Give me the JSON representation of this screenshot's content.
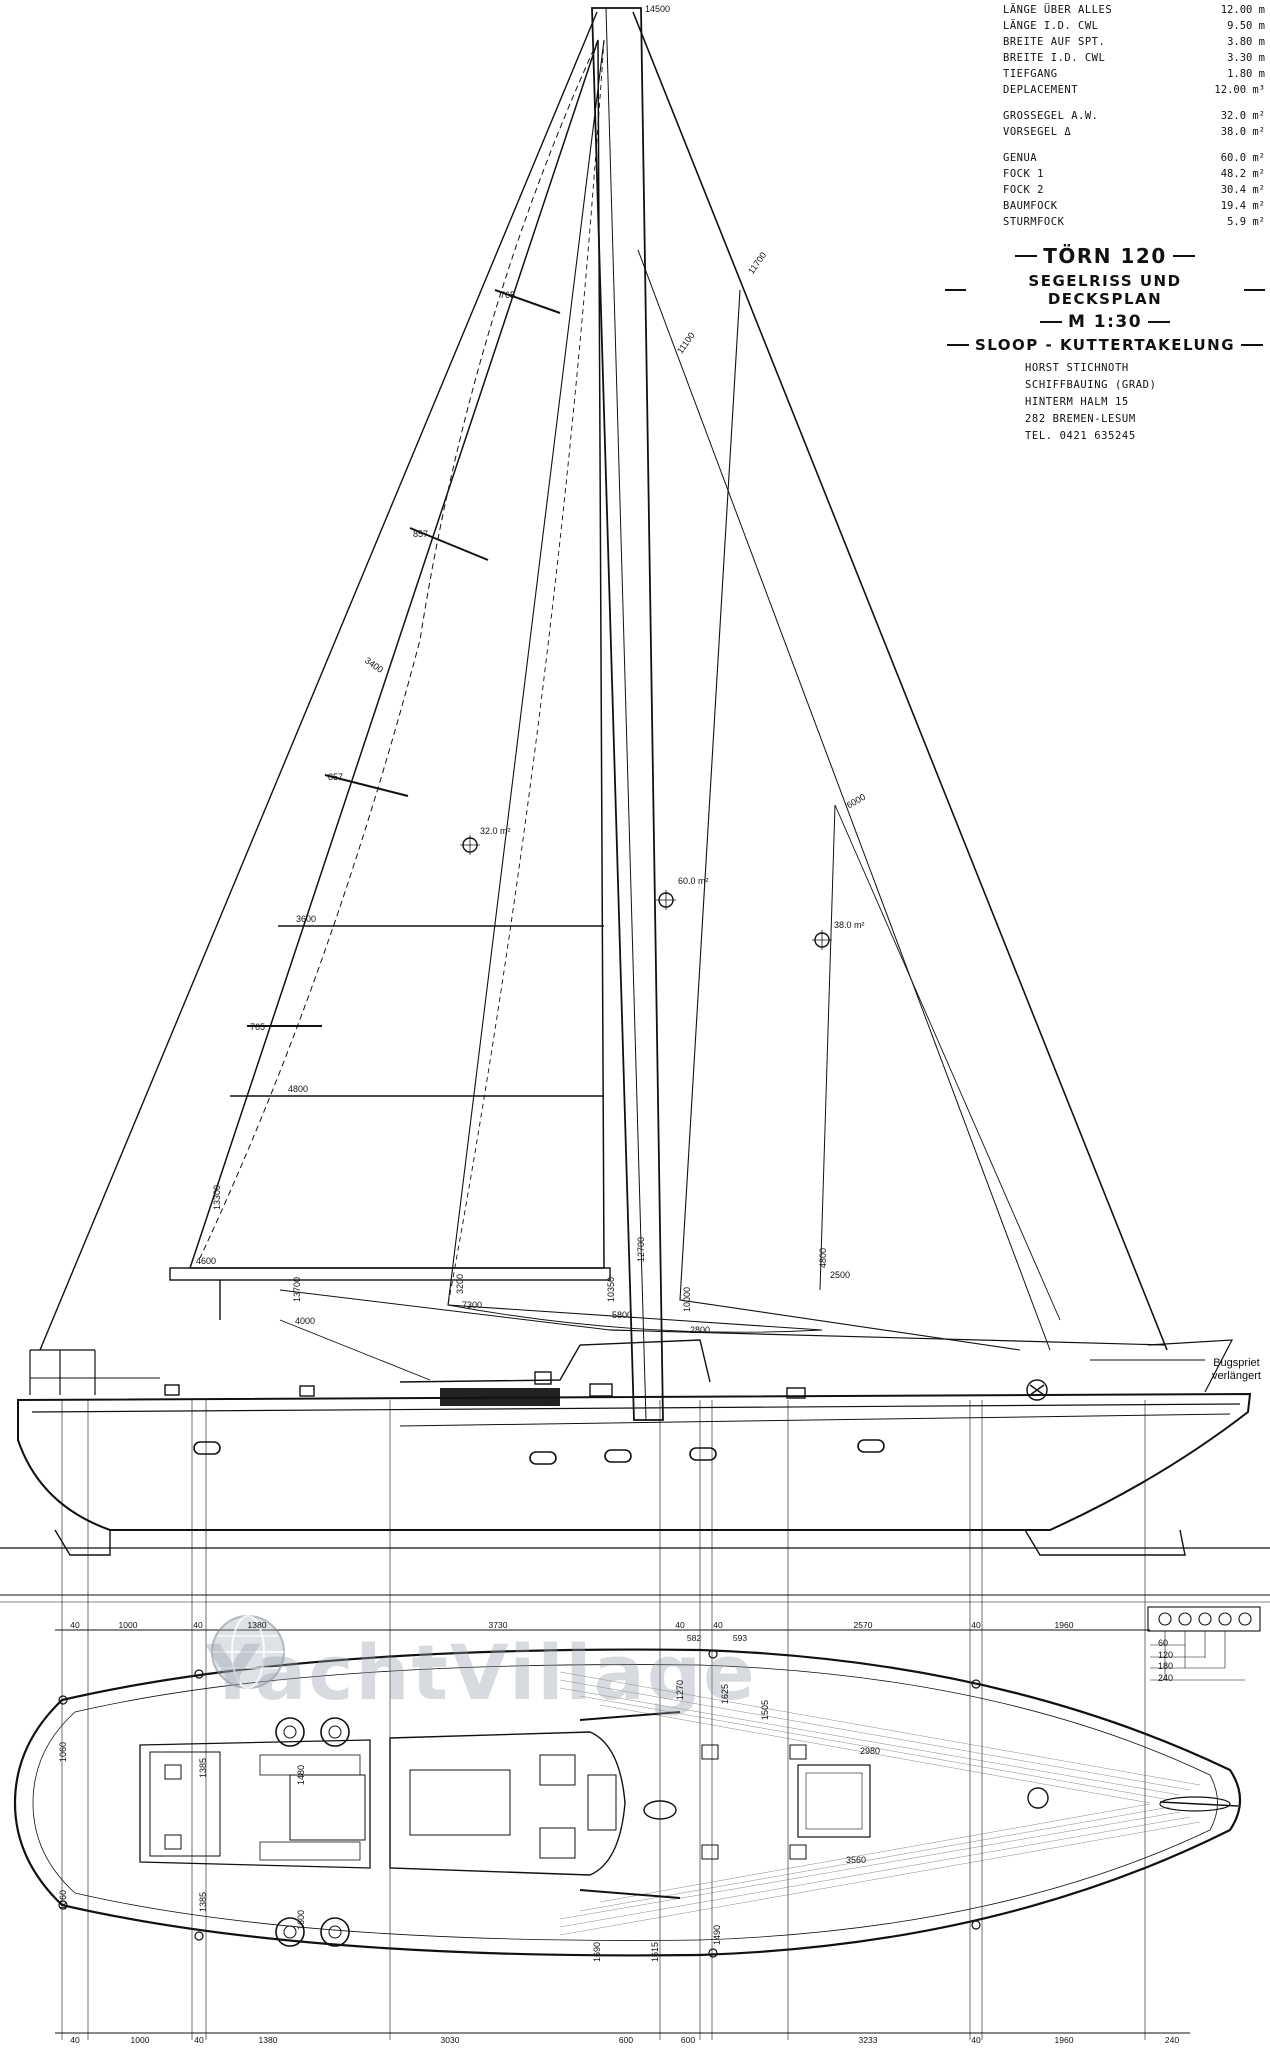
{
  "specifications": [
    {
      "label": "LÄNGE ÜBER ALLES",
      "value": "12.00 m"
    },
    {
      "label": "LÄNGE I.D. CWL",
      "value": "9.50 m"
    },
    {
      "label": "BREITE AUF SPT.",
      "value": "3.80 m"
    },
    {
      "label": "BREITE I.D. CWL",
      "value": "3.30 m"
    },
    {
      "label": "TIEFGANG",
      "value": "1.80 m"
    },
    {
      "label": "DEPLACEMENT",
      "value": "12.00 m³"
    },
    {
      "label": "GROSSEGEL A.W.",
      "value": "32.0 m²"
    },
    {
      "label": "VORSEGEL Δ",
      "value": "38.0 m²"
    },
    {
      "label": "GENUA",
      "value": "60.0 m²"
    },
    {
      "label": "FOCK 1",
      "value": "48.2 m²"
    },
    {
      "label": "FOCK 2",
      "value": "30.4 m²"
    },
    {
      "label": "BAUMFOCK",
      "value": "19.4 m²"
    },
    {
      "label": "STURMFOCK",
      "value": "5.9 m²"
    }
  ],
  "title_block": {
    "line1": "TÖRN 120",
    "line2": "SEGELRISS UND DECKSPLAN",
    "line3": "M 1:30",
    "line4": "SLOOP - KUTTERTAKELUNG"
  },
  "address": [
    "HORST STICHNOTH",
    "SCHIFFBAUING (GRAD)",
    "HINTERM HALM 15",
    "282 BREMEN-LESUM",
    "TEL. 0421 635245"
  ],
  "sail_plan_labels": {
    "mast_height": "14500",
    "forestay_height": "11700",
    "inner_stay_height": "11100",
    "main_area": "32.0 m²",
    "genua_area": "60.0 m²",
    "fock_area": "38.0 m²",
    "main_dim_1": "3600",
    "main_dim_2": "4800",
    "main_foot": "4600",
    "fock_dim": "6000",
    "fock_luff": "4800",
    "fock_foot": "2500",
    "mast_dim": "12700",
    "batten_1": "765",
    "batten_2": "857",
    "batten_3": "857",
    "batten_4": "765",
    "roach": "3400",
    "boom_dim": "4000",
    "dim_13300": "13300",
    "dim_13700": "13700",
    "dim_7300": "7300",
    "dim_5800": "5800",
    "dim_10350": "10350",
    "dim_10000": "10000",
    "dim_2800": "2800",
    "dim_3200": "3200"
  },
  "bugspriet_note": [
    "Bugspriet",
    "verlängert"
  ],
  "bowsprit_dims": [
    "60",
    "120",
    "180",
    "240"
  ],
  "top_dimension_row": [
    "40",
    "1000",
    "40",
    "1380",
    "3730",
    "40",
    "582",
    "40",
    "593",
    "2570",
    "40",
    "1960"
  ],
  "bottom_dimension_row": [
    "40",
    "1000",
    "40",
    "1380",
    "3030",
    "600",
    "600",
    "3233",
    "40",
    "1960",
    "240"
  ],
  "deck_plan_labels": {
    "beam_1060_top": "1060",
    "beam_1060_bottom": "1060",
    "cockpit_1385_top": "1385",
    "cockpit_1385_bottom": "1385",
    "dim_1480": "1480",
    "dim_1690": "1690",
    "dim_1615": "1615",
    "dim_1490": "1490",
    "dim_1600": "1600",
    "dim_1505": "1505",
    "dim_1625": "1625",
    "dim_1270": "1270",
    "dim_2980": "2980",
    "dim_3560": "3560"
  },
  "watermark": "YachtVillage"
}
